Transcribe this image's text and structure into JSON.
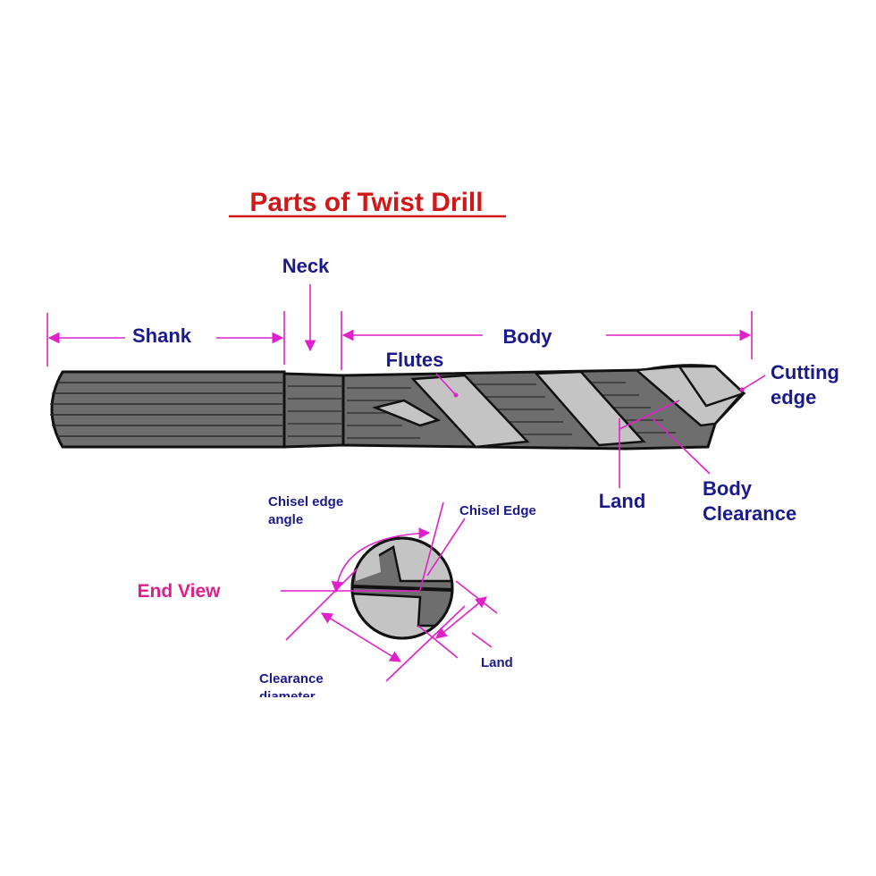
{
  "title": "Parts of Twist Drill",
  "labels": {
    "neck": "Neck",
    "shank": "Shank",
    "body": "Body",
    "flutes": "Flutes",
    "cutting_edge_line1": "Cutting",
    "cutting_edge_line2": "edge",
    "land": "Land",
    "body_clearance_line1": "Body",
    "body_clearance_line2": "Clearance"
  },
  "end_view": {
    "title": "End View",
    "chisel_edge_angle_line1": "Chisel edge",
    "chisel_edge_angle_line2": "angle",
    "chisel_edge": "Chisel Edge",
    "land": "Land",
    "clearance_diameter_line1": "Clearance",
    "clearance_diameter_line2": "diameter"
  },
  "colors": {
    "title": "#d01818",
    "label": "#1a1a8c",
    "end_view_title": "#e0208a",
    "arrow": "#e020c8",
    "drill_dark": "#6e6e6e",
    "drill_light": "#c4c4c4",
    "outline": "#111111"
  }
}
